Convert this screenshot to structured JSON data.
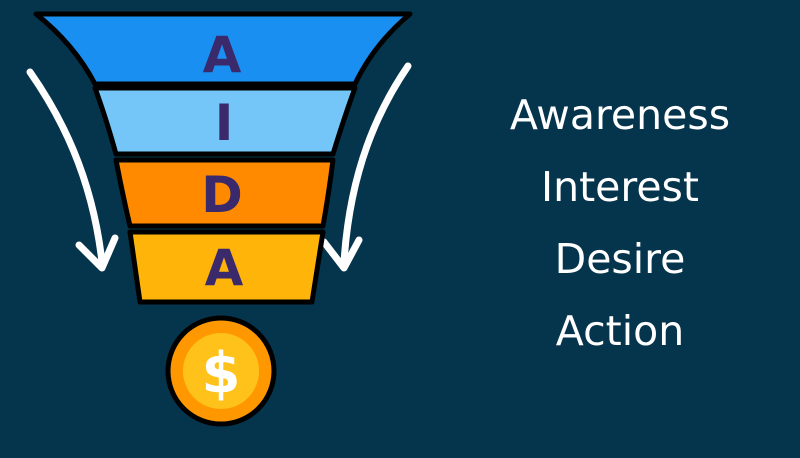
{
  "funnel": {
    "levels": [
      {
        "letter": "A",
        "color": "#1a8ff2"
      },
      {
        "letter": "I",
        "color": "#73c6f7"
      },
      {
        "letter": "D",
        "color": "#ff8a00"
      },
      {
        "letter": "A",
        "color": "#ffb40a"
      }
    ],
    "outline_color": "#000000",
    "letter_color": "#3a2a6b"
  },
  "coin": {
    "symbol": "$",
    "outer_color": "#ff9800",
    "inner_color": "#ffc21a"
  },
  "arrows": {
    "color": "#ffffff",
    "direction": "down"
  },
  "stages": [
    {
      "label": "Awareness"
    },
    {
      "label": "Interest"
    },
    {
      "label": "Desire"
    },
    {
      "label": "Action"
    }
  ],
  "background_color": "#05344d"
}
